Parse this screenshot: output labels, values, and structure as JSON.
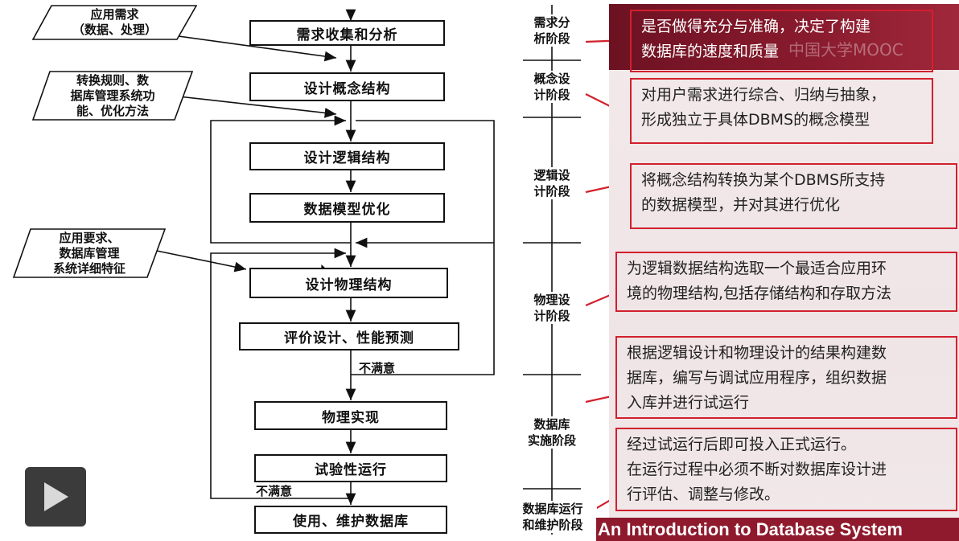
{
  "flowchart": {
    "inputs": {
      "req": "应用需求\n（数据、处理）",
      "rules": "转换规则、数\n据库管理系统功\n能、优化方法",
      "dbms": "应用要求、\n数据库管理\n系统详细特征"
    },
    "steps": {
      "s1": "需求收集和分析",
      "s2": "设计概念结构",
      "s3": "设计逻辑结构",
      "s4": "数据模型优化",
      "s5": "设计物理结构",
      "s6": "评价设计、性能预测",
      "s7": "物理实现",
      "s8": "试验性运行",
      "s9": "使用、维护数据库"
    },
    "labels": {
      "unsatisfied1": "不满意",
      "unsatisfied2": "不满意"
    }
  },
  "stages": {
    "st1": "需求分\n析阶段",
    "st2": "概念设\n计阶段",
    "st3": "逻辑设\n计阶段",
    "st4": "物理设\n计阶段",
    "st5": "数据库\n实施阶段",
    "st6": "数据库运行\n和维护阶段"
  },
  "descriptions": {
    "d1": "是否做得充分与准确，决定了构建\n数据库的速度和质量",
    "d2": "对用户需求进行综合、归纳与抽象，\n形成独立于具体DBMS的概念模型",
    "d3": "将概念结构转换为某个DBMS所支持\n的数据模型，并对其进行优化",
    "d4": "为逻辑数据结构选取一个最适合应用环\n境的物理结构,包括存储结构和存取方法",
    "d5": "根据逻辑设计和物理设计的结果构建数\n据库，编写与调试应用程序，组织数据\n入库并进行试运行",
    "d6": "经过试运行后即可投入正式运行。\n在运行过程中必须不断对数据库设计进\n行评估、调整与修改。"
  },
  "footer_text": "An Introduction to Database System",
  "watermark": "中国大学MOOC",
  "player": {
    "play_icon": "play-icon"
  },
  "colors": {
    "accent_red": "#d2202d",
    "header_maroon": "#7a1526",
    "footer_maroon": "#8f1a2d"
  }
}
